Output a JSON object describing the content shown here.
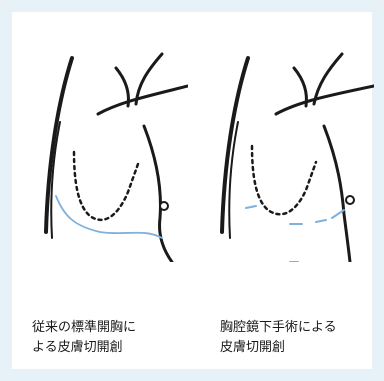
{
  "figures": [
    {
      "id": "standard-thoracotomy",
      "caption_lines": [
        "従来の標準開胸に",
        "よる皮膚切開創"
      ]
    },
    {
      "id": "thoracoscopic-surgery",
      "caption_lines": [
        "胸腔鏡下手術による",
        "皮膚切開創"
      ]
    }
  ],
  "colors": {
    "outer_background": "#e6f1f8",
    "panel_background": "#ffffff",
    "outline": "#1a1a1a",
    "incision": "#7fb1dc",
    "caption_text": "#1a1a1a"
  }
}
